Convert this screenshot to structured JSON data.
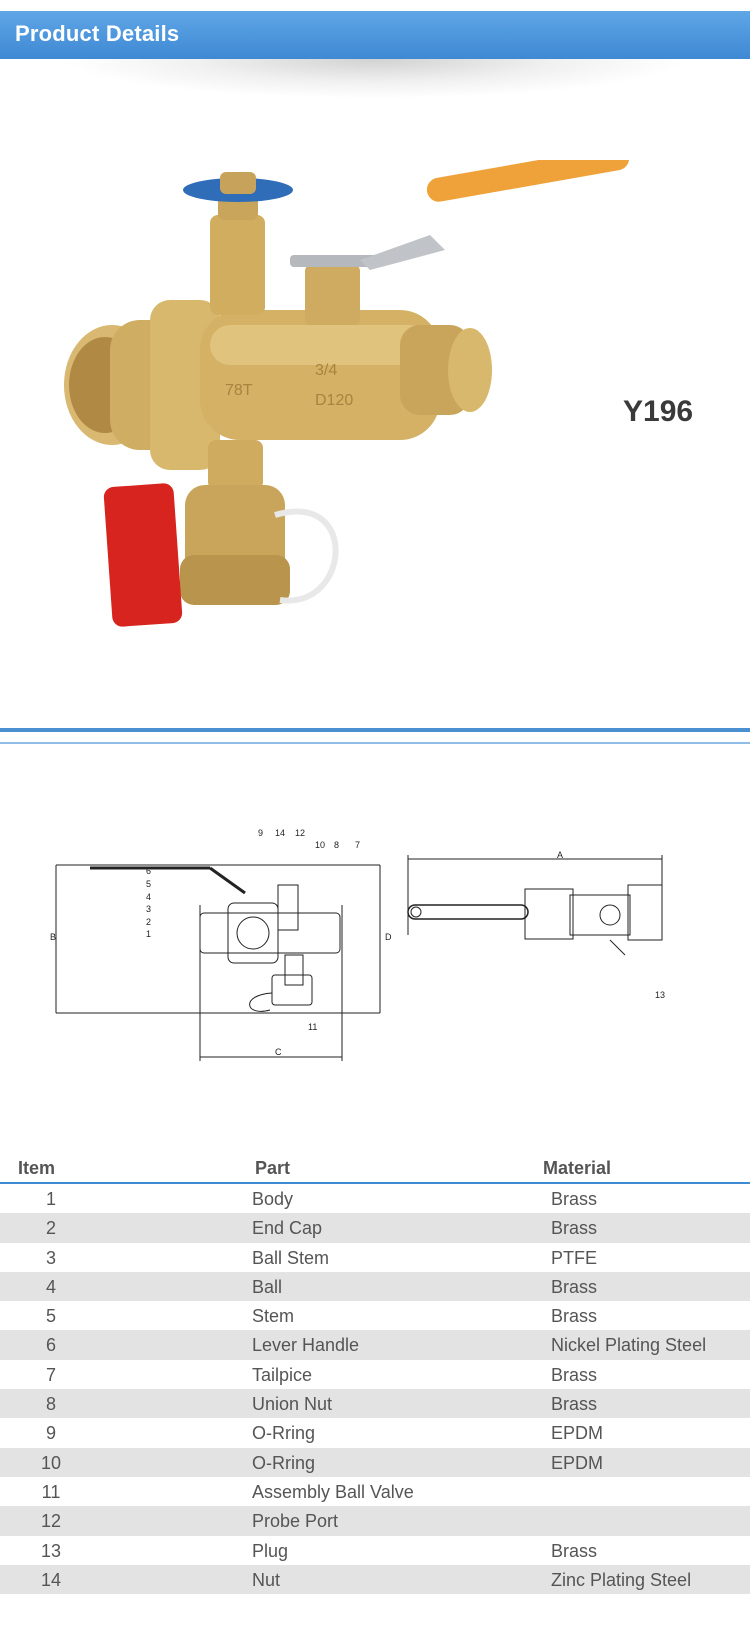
{
  "header": {
    "title": "Product Details"
  },
  "product": {
    "model": "Y196"
  },
  "drawing": {
    "callouts": [
      "1",
      "2",
      "3",
      "4",
      "5",
      "6",
      "7",
      "8",
      "9",
      "10",
      "11",
      "12",
      "13",
      "14"
    ],
    "dimensions": [
      "A",
      "B",
      "C",
      "D"
    ]
  },
  "table": {
    "headers": {
      "item": "Item",
      "part": "Part",
      "material": "Material"
    },
    "rows": [
      {
        "item": "1",
        "part": "Body",
        "material": "Brass"
      },
      {
        "item": "2",
        "part": "End Cap",
        "material": "Brass"
      },
      {
        "item": "3",
        "part": "Ball Stem",
        "material": "PTFE"
      },
      {
        "item": "4",
        "part": "Ball",
        "material": "Brass"
      },
      {
        "item": "5",
        "part": "Stem",
        "material": "Brass"
      },
      {
        "item": "6",
        "part": "Lever Handle",
        "material": "Nickel Plating Steel"
      },
      {
        "item": "7",
        "part": "Tailpice",
        "material": "Brass"
      },
      {
        "item": "8",
        "part": "Union Nut",
        "material": "Brass"
      },
      {
        "item": "9",
        "part": "O-Rring",
        "material": "EPDM"
      },
      {
        "item": "10",
        "part": "O-Rring",
        "material": "EPDM"
      },
      {
        "item": "11",
        "part": "Assembly Ball Valve",
        "material": ""
      },
      {
        "item": "12",
        "part": "Probe Port",
        "material": ""
      },
      {
        "item": "13",
        "part": "Plug",
        "material": "Brass"
      },
      {
        "item": "14",
        "part": "Nut",
        "material": "Zinc Plating Steel"
      }
    ]
  },
  "colors": {
    "accent": "#3f89d4",
    "row_alt": "#e3e3e3"
  }
}
